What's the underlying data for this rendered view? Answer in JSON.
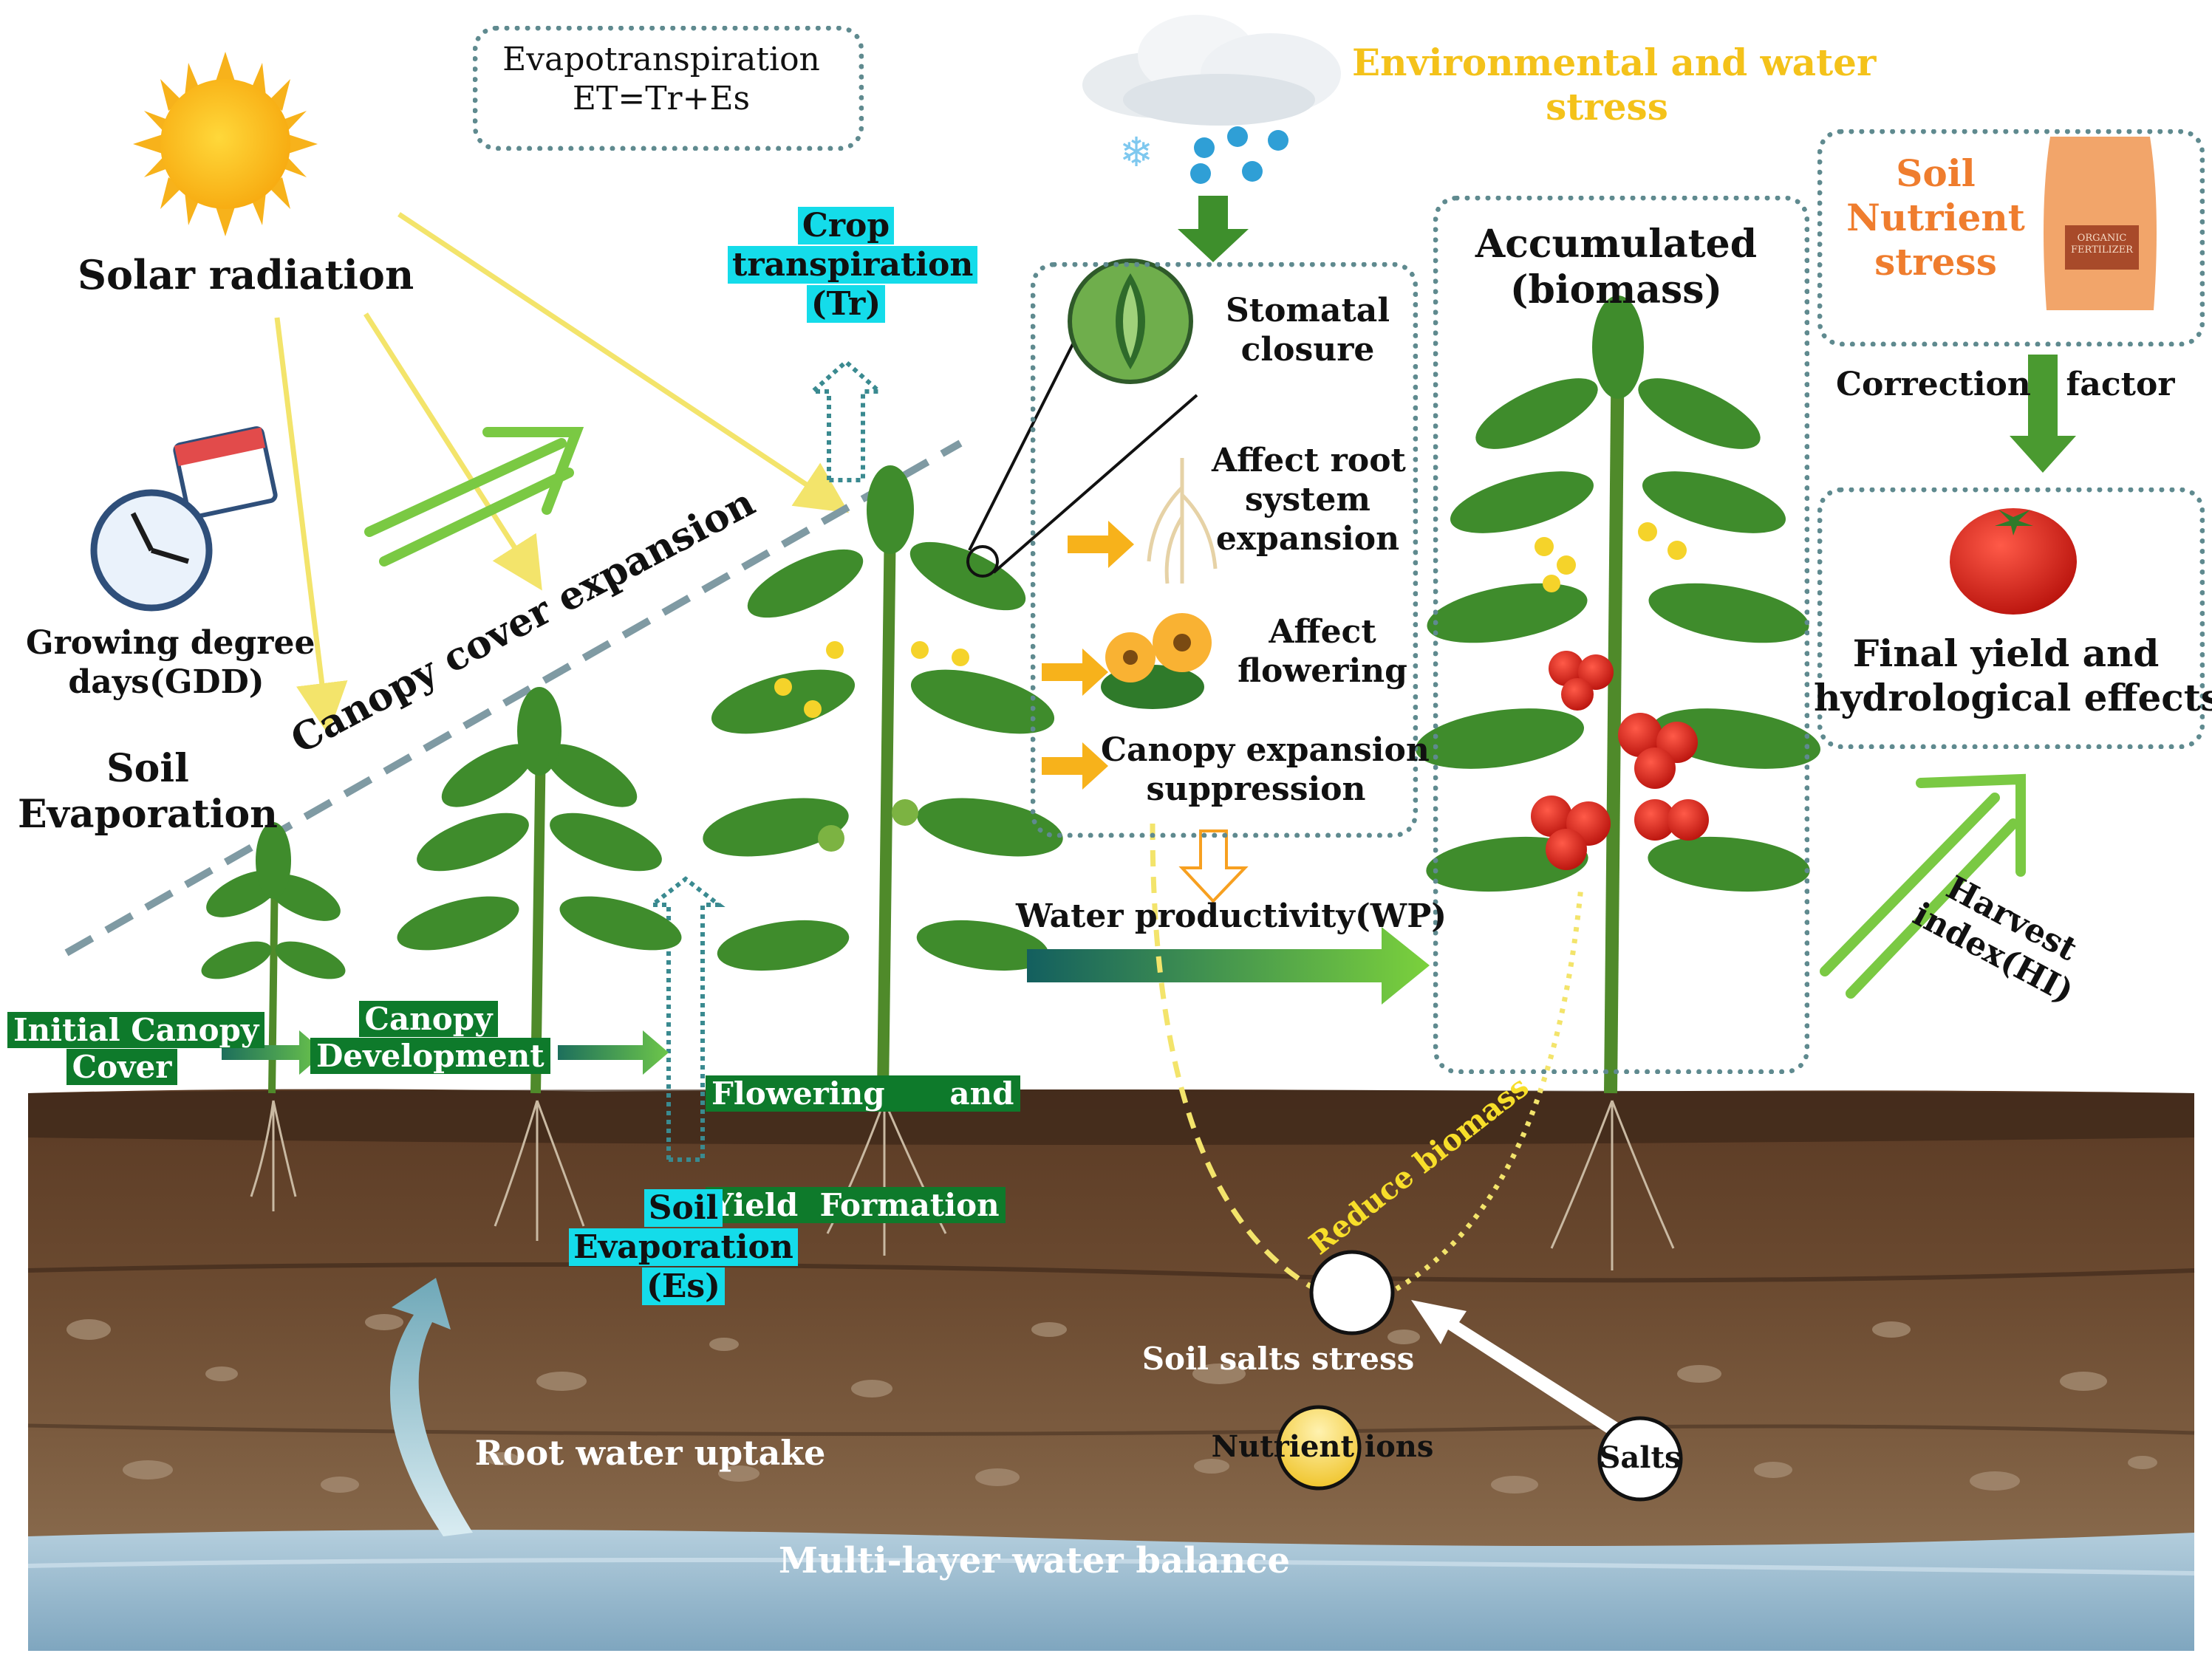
{
  "labels": {
    "evapotranspiration": [
      "Evapotranspiration",
      "ET=Tr+Es"
    ],
    "solar_radiation": "Solar radiation",
    "gdd": [
      "Growing degree",
      "days(GDD)"
    ],
    "soil_evaporation_left": [
      "Soil",
      "Evaporation"
    ],
    "canopy_cover_expansion": "Canopy cover expansion",
    "crop_transpiration": [
      "Crop",
      "transpiration",
      "(Tr)"
    ],
    "environmental_stress": [
      "Environmental and water",
      "stress"
    ],
    "stomatal_closure": [
      "Stomatal",
      "closure"
    ],
    "affect_root": [
      "Affect root",
      "system",
      "expansion"
    ],
    "affect_flowering": [
      "Affect",
      "flowering"
    ],
    "canopy_suppression": [
      "Canopy expansion",
      "suppression"
    ],
    "accumulated_biomass": [
      "Accumulated",
      "(biomass)"
    ],
    "soil_nutrient_stress": [
      "Soil",
      "Nutrient",
      "stress"
    ],
    "fertilizer_bag": [
      "ORGANIC",
      "FERTILIZER"
    ],
    "correction_factor": [
      "Correction",
      "factor"
    ],
    "final_yield": [
      "Final yield and",
      "hydrological effects"
    ],
    "harvest_index": [
      "Harvest",
      "index(HI)"
    ],
    "water_productivity": "Water productivity(WP)",
    "stage_initial": [
      "Initial Canopy",
      "Cover"
    ],
    "stage_development": [
      "Canopy",
      "Development"
    ],
    "stage_flowering": [
      "Flowering      and",
      "Yield  Formation"
    ],
    "soil_evaporation_es": [
      "Soil",
      "Evaporation",
      "(Es)"
    ],
    "reduce_biomass": "Reduce biomass",
    "soil_salts_stress": "Soil salts stress",
    "root_water_uptake": "Root water uptake",
    "nutrient_ions": "Nutrient ions",
    "salts": "Salts",
    "multi_layer": "Multi-layer water balance"
  },
  "colors": {
    "box_border": "#5f8a8f",
    "cyan_label": "#14dcea",
    "stage_green": "#0e7a2b",
    "stress_yellow": "#f4c21a",
    "nutrient_orange": "#ef7d2e",
    "soil_dark": "#4a2f1d",
    "water": "#9dbfd3"
  }
}
